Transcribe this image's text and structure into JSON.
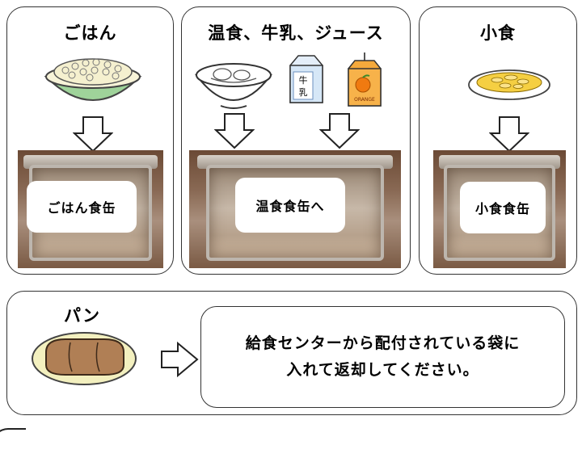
{
  "panels": {
    "rice": {
      "heading": "ごはん",
      "label": "ごはん食缶"
    },
    "soup": {
      "heading": "温食、牛乳、ジュース",
      "label": "温食食缶へ"
    },
    "side": {
      "heading": "小食",
      "label": "小食食缶"
    }
  },
  "bread": {
    "heading": "パン",
    "message_line1": "給食センターから配付されている袋に",
    "message_line2": "入れて返却してください。"
  },
  "illustrations": {
    "milk_label": "牛",
    "milk_label2": "乳",
    "juice_label": "ORANGE"
  },
  "icons": [
    "rice-bowl-icon",
    "soup-bowl-icon",
    "milk-carton-icon",
    "orange-juice-carton-icon",
    "side-dish-plate-icon",
    "bread-icon",
    "down-arrow-icon",
    "right-arrow-icon"
  ]
}
